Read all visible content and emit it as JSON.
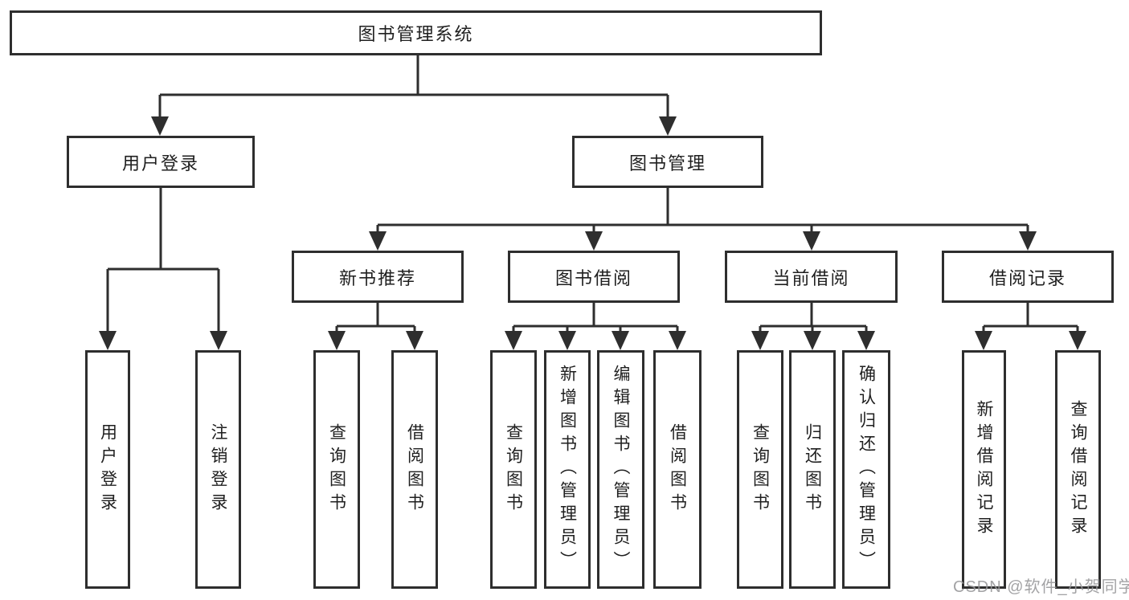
{
  "tree": {
    "label": "图书管理系统",
    "children": [
      {
        "label": "用户登录",
        "children": [
          {
            "label": "用户登录"
          },
          {
            "label": "注销登录"
          }
        ]
      },
      {
        "label": "图书管理",
        "children": [
          {
            "label": "新书推荐",
            "children": [
              {
                "label": "查询图书"
              },
              {
                "label": "借阅图书"
              }
            ]
          },
          {
            "label": "图书借阅",
            "children": [
              {
                "label": "查询图书"
              },
              {
                "label": "新增图书（管理员）"
              },
              {
                "label": "编辑图书（管理员）"
              },
              {
                "label": "借阅图书"
              }
            ]
          },
          {
            "label": "当前借阅",
            "children": [
              {
                "label": "查询图书"
              },
              {
                "label": "归还图书"
              },
              {
                "label": "确认归还（管理员）"
              }
            ]
          },
          {
            "label": "借阅记录",
            "children": [
              {
                "label": "新增借阅记录"
              },
              {
                "label": "查询借阅记录"
              }
            ]
          }
        ]
      }
    ]
  },
  "watermark": {
    "text": "CSDN @软件_小贺同学"
  },
  "colors": {
    "line": "#2e2e2e",
    "box_background": "#ffffff",
    "text": "#1f1f1f",
    "watermark": "#969698"
  }
}
